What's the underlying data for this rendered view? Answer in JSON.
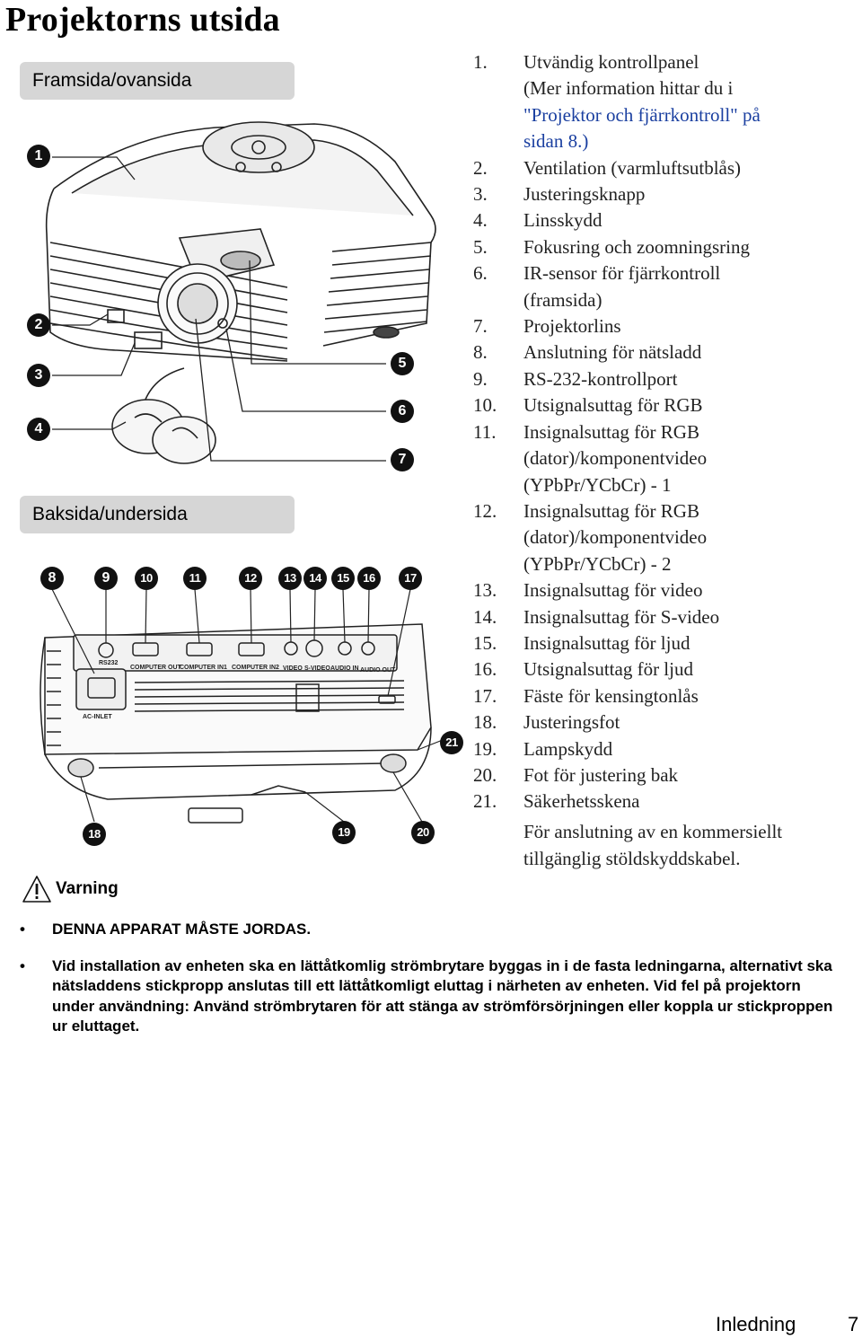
{
  "page": {
    "title": "Projektorns utsida",
    "front_section": "Framsida/ovansida",
    "back_section": "Baksida/undersida"
  },
  "figure_front": {
    "callouts": [
      "1",
      "2",
      "3",
      "4",
      "5",
      "6",
      "7"
    ]
  },
  "figure_back": {
    "callouts": [
      "8",
      "9",
      "10",
      "11",
      "12",
      "13",
      "14",
      "15",
      "16",
      "17",
      "18",
      "19",
      "20",
      "21"
    ],
    "panel_labels": {
      "rs232": "RS232",
      "computer_out": "COMPUTER OUT",
      "computer_in1": "COMPUTER IN1",
      "computer_in2": "COMPUTER IN2",
      "video": "VIDEO",
      "s_video": "S-VIDEO",
      "audio_in": "AUDIO IN",
      "audio_out": "AUDIO OUT",
      "ac_inlet": "AC-INLET"
    }
  },
  "legend": {
    "items": [
      {
        "num": "1.",
        "lines": [
          "Utvändig kontrollpanel",
          "(Mer information hittar du i",
          "\"Projektor och fjärrkontroll\" på",
          "sidan 8.)"
        ]
      },
      {
        "num": "2.",
        "lines": [
          "Ventilation (varmluftsutblås)"
        ]
      },
      {
        "num": "3.",
        "lines": [
          "Justeringsknapp"
        ]
      },
      {
        "num": "4.",
        "lines": [
          "Linsskydd"
        ]
      },
      {
        "num": "5.",
        "lines": [
          "Fokusring och zoomningsring"
        ]
      },
      {
        "num": "6.",
        "lines": [
          "IR-sensor för fjärrkontroll",
          "(framsida)"
        ]
      },
      {
        "num": "7.",
        "lines": [
          "Projektorlins"
        ]
      },
      {
        "num": "8.",
        "lines": [
          "Anslutning för nätsladd"
        ]
      },
      {
        "num": "9.",
        "lines": [
          "RS-232-kontrollport"
        ]
      },
      {
        "num": "10.",
        "lines": [
          "Utsignalsuttag för RGB"
        ]
      },
      {
        "num": "11.",
        "lines": [
          "Insignalsuttag för RGB",
          "(dator)/komponentvideo",
          "(YPbPr/YCbCr) - 1"
        ]
      },
      {
        "num": "12.",
        "lines": [
          "Insignalsuttag för RGB",
          "(dator)/komponentvideo",
          "(YPbPr/YCbCr) - 2"
        ]
      },
      {
        "num": "13.",
        "lines": [
          "Insignalsuttag för video"
        ]
      },
      {
        "num": "14.",
        "lines": [
          "Insignalsuttag för S-video"
        ]
      },
      {
        "num": "15.",
        "lines": [
          "Insignalsuttag för ljud"
        ]
      },
      {
        "num": "16.",
        "lines": [
          "Utsignalsuttag för ljud"
        ]
      },
      {
        "num": "17.",
        "lines": [
          "Fäste för kensingtonlås"
        ]
      },
      {
        "num": "18.",
        "lines": [
          "Justeringsfot"
        ]
      },
      {
        "num": "19.",
        "lines": [
          "Lampskydd"
        ]
      },
      {
        "num": "20.",
        "lines": [
          "Fot för justering bak"
        ]
      },
      {
        "num": "21.",
        "lines": [
          "Säkerhetsskena"
        ]
      }
    ],
    "note_lines": [
      "För anslutning av en kommersiellt",
      "tillgänglig stöldskyddskabel."
    ]
  },
  "warning": {
    "label": "Varning",
    "icon": "warning-triangle-icon",
    "bullets": [
      "DENNA APPARAT MÅSTE JORDAS.",
      "Vid installation av enheten ska en lättåtkomlig strömbrytare byggas in i de fasta ledningarna, alternativt ska nätsladdens stickpropp anslutas till ett lättåtkomligt eluttag i närheten av enheten. Vid fel på projektorn under användning: Använd strömbrytaren för att stänga av strömförsörjningen eller koppla ur stickproppen ur eluttaget."
    ]
  },
  "footer": {
    "section": "Inledning",
    "page_number": "7"
  },
  "colors": {
    "section_bar": "#d6d6d6",
    "link": "#1a3fa0",
    "callout": "#111111"
  }
}
